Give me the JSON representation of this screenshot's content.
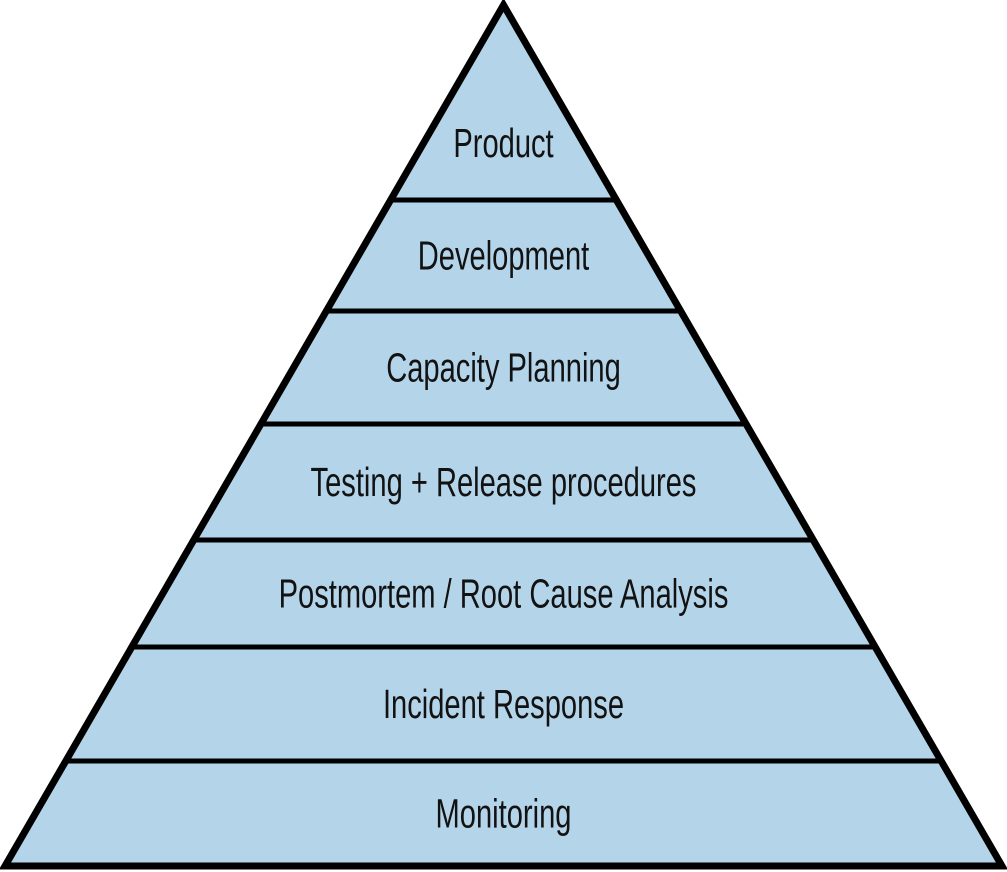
{
  "diagram": {
    "type": "pyramid",
    "order": "top_to_bottom",
    "layers": [
      {
        "rank": 1,
        "label": "Product"
      },
      {
        "rank": 2,
        "label": "Development"
      },
      {
        "rank": 3,
        "label": "Capacity Planning"
      },
      {
        "rank": 4,
        "label": "Testing + Release procedures"
      },
      {
        "rank": 5,
        "label": "Postmortem / Root Cause Analysis"
      },
      {
        "rank": 6,
        "label": "Incident Response"
      },
      {
        "rank": 7,
        "label": "Monitoring"
      }
    ],
    "colors": {
      "fill": "#B4D4EA",
      "stroke": "#000000",
      "text": "#121212",
      "background": "#FFFFFF"
    }
  }
}
